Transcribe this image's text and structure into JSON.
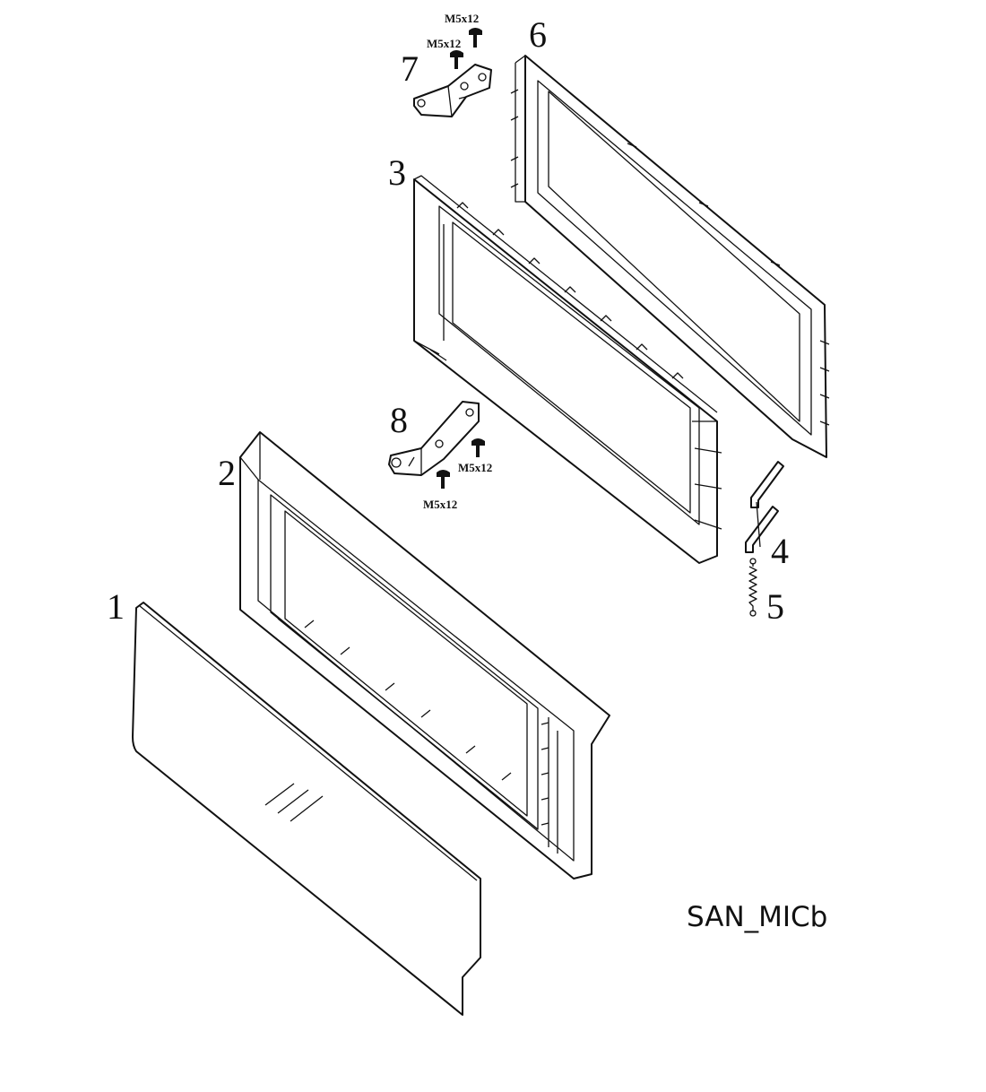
{
  "diagram": {
    "code": "SAN_MICb",
    "parts": [
      {
        "number": "1"
      },
      {
        "number": "2"
      },
      {
        "number": "3"
      },
      {
        "number": "4"
      },
      {
        "number": "5"
      },
      {
        "number": "6"
      },
      {
        "number": "7"
      },
      {
        "number": "8"
      }
    ],
    "screw_labels": [
      "M5x12",
      "M5x12",
      "M5x12",
      "M5x12"
    ]
  }
}
